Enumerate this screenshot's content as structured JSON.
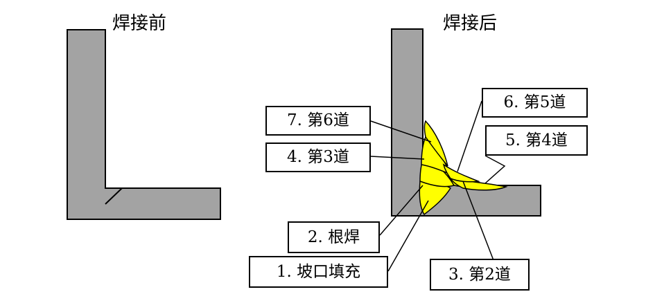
{
  "titles": {
    "before": "焊接前",
    "after": "焊接后"
  },
  "labels": {
    "pass6": "7. 第6道",
    "pass3": "4. 第3道",
    "root": "2. 根焊",
    "fill": "1. 坡口填充",
    "pass5": "6. 第5道",
    "pass4": "5. 第4道",
    "pass2": "3. 第2道"
  },
  "colors": {
    "steel": "#a3a3a3",
    "weld": "#ffff00",
    "line": "#000000"
  }
}
